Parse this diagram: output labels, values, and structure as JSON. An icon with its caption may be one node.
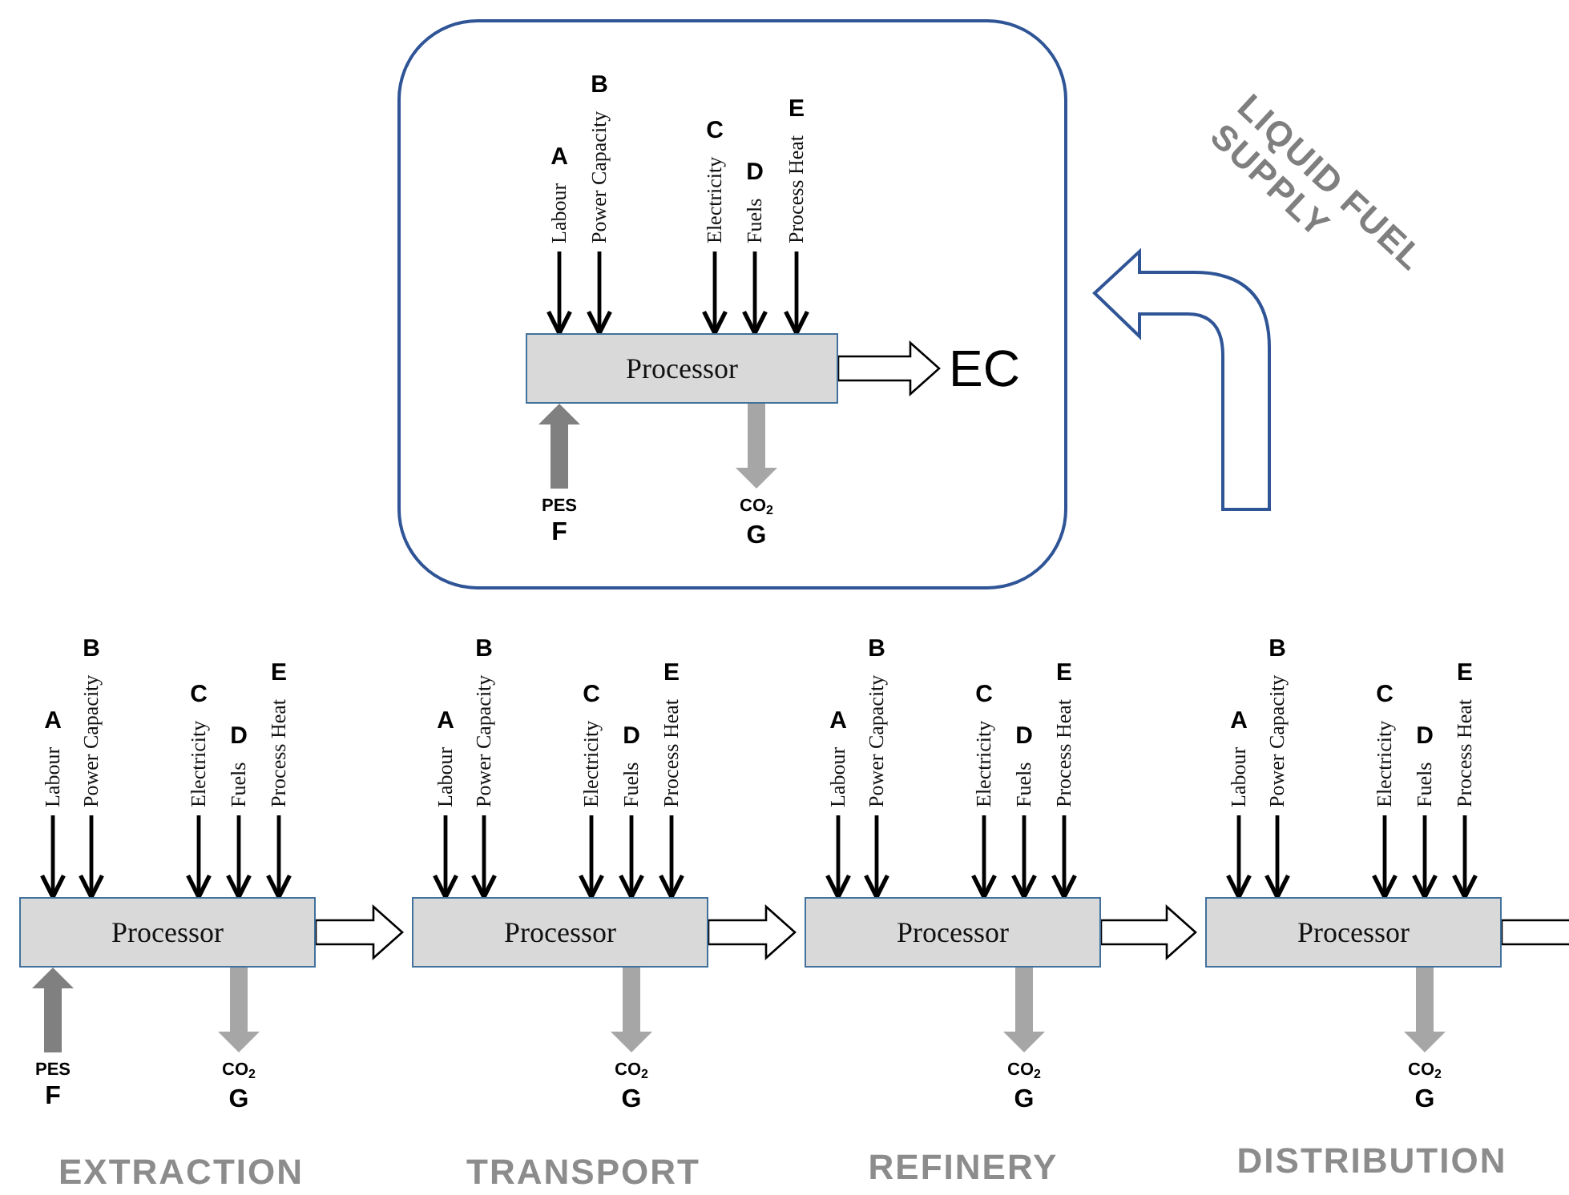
{
  "diagram": {
    "nodes": [
      {
        "text": [],
        "shape": "box"
      },
      {
        "text": [
          "Processor"
        ],
        "in": 0
      },
      {
        "text": [
          "A",
          "Labour"
        ],
        "in": 0
      },
      {
        "text": [
          "B",
          "Power Capacity"
        ],
        "in": 0
      },
      {
        "text": [
          "C",
          "Electricity"
        ],
        "in": 0
      },
      {
        "text": [
          "D",
          "Fuels"
        ],
        "in": 0
      },
      {
        "text": [
          "E",
          "Process Heat"
        ],
        "in": 0
      },
      {
        "text": [
          "PES",
          "F"
        ],
        "in": 0
      },
      {
        "text": [
          "CO$_{2}$",
          "G"
        ],
        "in": 0
      },
      {
        "text": [
          "EC"
        ],
        "in": 0
      },
      {
        "text": [
          "Processor"
        ]
      },
      {
        "text": [
          "A",
          "Labour"
        ]
      },
      {
        "text": [
          "B",
          "Power Capacity"
        ]
      },
      {
        "text": [
          "C",
          "Electricity"
        ]
      },
      {
        "text": [
          "D",
          "Fuels"
        ]
      },
      {
        "text": [
          "E",
          "Process Heat"
        ]
      },
      {
        "text": [
          "PES",
          "F"
        ]
      },
      {
        "text": [
          "CO$_{2}$",
          "G"
        ]
      },
      {
        "text": [
          "Processor"
        ]
      },
      {
        "text": [
          "A",
          "Labour"
        ]
      },
      {
        "text": [
          "B",
          "Power Capacity"
        ]
      },
      {
        "text": [
          "C",
          "Electricity"
        ]
      },
      {
        "text": [
          "D",
          "Fuels"
        ]
      },
      {
        "text": [
          "E",
          "Process Heat"
        ]
      },
      {
        "text": [
          "CO$_{2}$",
          "G"
        ]
      },
      {
        "text": [
          "Processor"
        ]
      },
      {
        "text": [
          "A",
          "Labour"
        ]
      },
      {
        "text": [
          "B",
          "Power Capacity"
        ]
      },
      {
        "text": [
          "C",
          "Electricity"
        ]
      },
      {
        "text": [
          "D",
          "Fuels"
        ]
      },
      {
        "text": [
          "E",
          "Process Heat"
        ]
      },
      {
        "text": [
          "CO$_{2}$",
          "G"
        ]
      },
      {
        "text": [
          "Processor"
        ]
      },
      {
        "text": [
          "A",
          "Labour"
        ]
      },
      {
        "text": [
          "B",
          "Power Capacity"
        ]
      },
      {
        "text": [
          "C",
          "Electricity"
        ]
      },
      {
        "text": [
          "D",
          "Fuels"
        ]
      },
      {
        "text": [
          "E",
          "Process Heat"
        ]
      },
      {
        "text": [
          "CO$_{2}$",
          "G"
        ]
      }
    ],
    "edges": [
      {
        "from": 2,
        "to": 1,
        "arrow": "to"
      },
      {
        "from": 3,
        "to": 1,
        "arrow": "to"
      },
      {
        "from": 4,
        "to": 1,
        "arrow": "to"
      },
      {
        "from": 5,
        "to": 1,
        "arrow": "to"
      },
      {
        "from": 6,
        "to": 1,
        "arrow": "to"
      },
      {
        "from": 7,
        "to": 1,
        "arrow": "to",
        "style": "thick",
        "color": "#808080"
      },
      {
        "from": 1,
        "to": 8,
        "arrow": "to",
        "style": "thick",
        "color": "#a6a6a6"
      },
      {
        "from": 1,
        "to": 9,
        "arrow": "to",
        "style": "thick"
      },
      {
        "from": 11,
        "to": 10,
        "arrow": "to"
      },
      {
        "from": 12,
        "to": 10,
        "arrow": "to"
      },
      {
        "from": 13,
        "to": 10,
        "arrow": "to"
      },
      {
        "from": 14,
        "to": 10,
        "arrow": "to"
      },
      {
        "from": 15,
        "to": 10,
        "arrow": "to"
      },
      {
        "from": 16,
        "to": 10,
        "arrow": "to",
        "style": "thick",
        "color": "#808080"
      },
      {
        "from": 10,
        "to": 17,
        "arrow": "to",
        "style": "thick",
        "color": "#a6a6a6"
      },
      {
        "from": 10,
        "to": 18,
        "arrow": "to",
        "style": "thick"
      },
      {
        "from": 19,
        "to": 18,
        "arrow": "to"
      },
      {
        "from": 20,
        "to": 18,
        "arrow": "to"
      },
      {
        "from": 21,
        "to": 18,
        "arrow": "to"
      },
      {
        "from": 22,
        "to": 18,
        "arrow": "to"
      },
      {
        "from": 23,
        "to": 18,
        "arrow": "to"
      },
      {
        "from": 18,
        "to": 24,
        "arrow": "to",
        "style": "thick",
        "color": "#a6a6a6"
      },
      {
        "from": 18,
        "to": 25,
        "arrow": "to",
        "style": "thick"
      },
      {
        "from": 26,
        "to": 25,
        "arrow": "to"
      },
      {
        "from": 27,
        "to": 25,
        "arrow": "to"
      },
      {
        "from": 28,
        "to": 25,
        "arrow": "to"
      },
      {
        "from": 29,
        "to": 25,
        "arrow": "to"
      },
      {
        "from": 30,
        "to": 25,
        "arrow": "to"
      },
      {
        "from": 25,
        "to": 31,
        "arrow": "to",
        "style": "thick",
        "color": "#a6a6a6"
      },
      {
        "from": 25,
        "to": 32,
        "arrow": "to",
        "style": "thick"
      },
      {
        "from": 33,
        "to": 32,
        "arrow": "to"
      },
      {
        "from": 34,
        "to": 32,
        "arrow": "to"
      },
      {
        "from": 35,
        "to": 32,
        "arrow": "to"
      },
      {
        "from": 36,
        "to": 32,
        "arrow": "to"
      },
      {
        "from": 37,
        "to": 32,
        "arrow": "to"
      },
      {
        "from": 32,
        "to": 38,
        "arrow": "to",
        "style": "thick",
        "color": "#a6a6a6"
      },
      {
        "from": 32,
        "to": null,
        "arrow": "to",
        "style": "thick"
      }
    ],
    "labels": [
      "LIQUID FUEL SUPPLY",
      "EXTRACTION",
      "TRANSPORT",
      "REFINERY",
      "DISTRIBUTION"
    ]
  }
}
